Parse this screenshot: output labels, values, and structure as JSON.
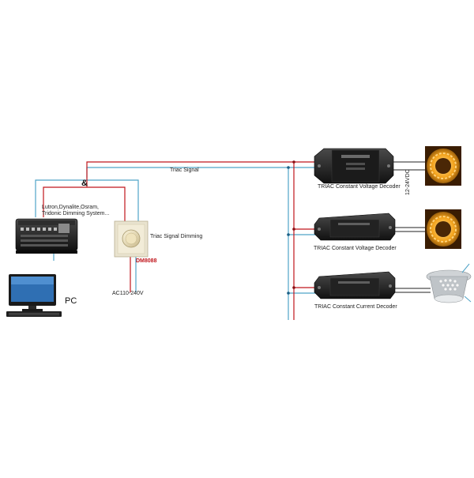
{
  "labels": {
    "triac_signal": "Triac Signal",
    "ampersand": "&",
    "dimming_system": "Lutron,Dynalite,Osram,\nTridonic Dimming System...",
    "triac_signal_dimming": "Triac Signal Dimming",
    "dimmer_model": "DM8088",
    "ac_input": "AC110-240V",
    "pc": "PC",
    "decoder_1": "TRIAC Constant  Voltage Decoder",
    "decoder_2": "TRIAC Constant  Voltage Decoder",
    "decoder_3": "TRIAC Constant Current Decoder",
    "output_voltage": "12-24VDC"
  },
  "colors": {
    "signal_wire": "#4fa3c7",
    "power_wire": "#c0161c",
    "dark_wire": "#222222",
    "led_glow": "#f3a21a"
  },
  "icons": {
    "dimming_system": "dimming-system-icon",
    "dimmer": "rotary-dimmer-icon",
    "pc": "desktop-pc-icon",
    "decoder": "decoder-box-icon",
    "led_strip": "led-strip-icon",
    "downlight": "led-downlight-icon"
  }
}
